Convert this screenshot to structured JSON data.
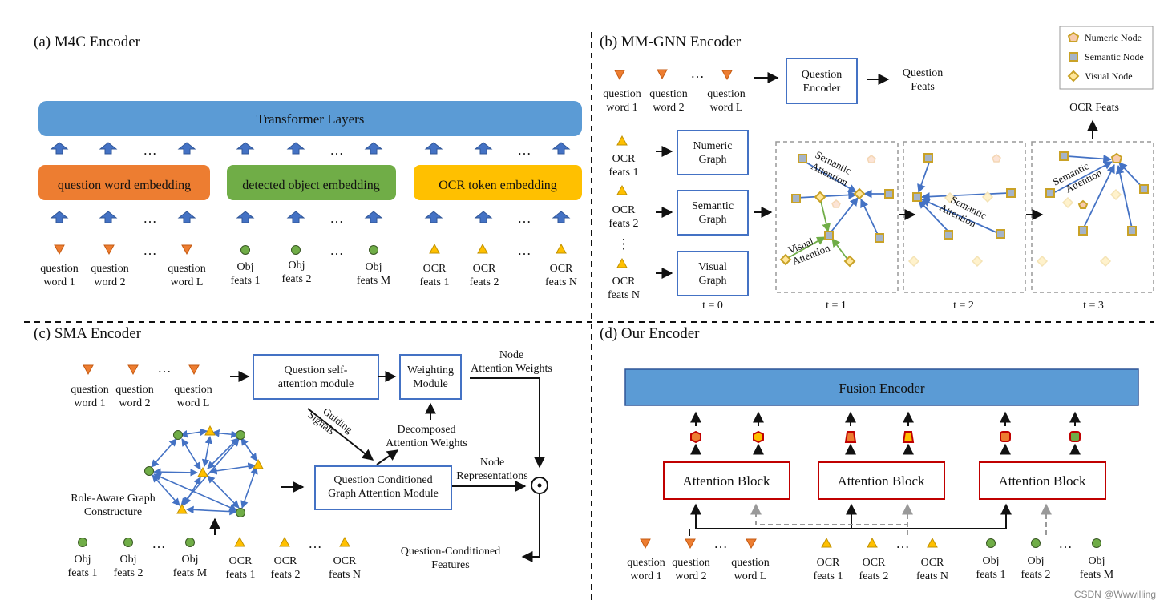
{
  "sections": {
    "a_title": "(a) M4C Encoder",
    "b_title": "(b) MM-GNN Encoder",
    "c_title": "(c) SMA Encoder",
    "d_title": "(d) Our Encoder"
  },
  "m4c": {
    "transformer": "Transformer Layers",
    "embeddings": [
      "question word embedding",
      "detected object embedding",
      "OCR token embedding"
    ],
    "question_labels": [
      [
        "question",
        "word 1"
      ],
      [
        "question",
        "word 2"
      ],
      [
        "question",
        "word L"
      ]
    ],
    "obj_labels": [
      [
        "Obj",
        "feats 1"
      ],
      [
        "Obj",
        "feats 2"
      ],
      [
        "Obj",
        "feats M"
      ]
    ],
    "ocr_labels": [
      [
        "OCR",
        "feats 1"
      ],
      [
        "OCR",
        "feats 2"
      ],
      [
        "OCR",
        "feats N"
      ]
    ],
    "ellipsis": "…"
  },
  "mmgnn": {
    "legend": [
      "Numeric Node",
      "Semantic Node",
      "Visual Node"
    ],
    "question_labels": [
      [
        "question",
        "word 1"
      ],
      [
        "question",
        "word 2"
      ],
      [
        "question",
        "word L"
      ]
    ],
    "question_encoder": [
      "Question",
      "Encoder"
    ],
    "question_feats": [
      "Question",
      "Feats"
    ],
    "ocr_labels": [
      [
        "OCR",
        "feats 1"
      ],
      [
        "OCR",
        "feats 2"
      ],
      [
        "OCR",
        "feats N"
      ]
    ],
    "graphs": [
      [
        "Numeric",
        "Graph"
      ],
      [
        "Semantic",
        "Graph"
      ],
      [
        "Visual",
        "Graph"
      ]
    ],
    "ocr_feats": "OCR Feats",
    "times": [
      "t = 0",
      "t = 1",
      "t = 2",
      "t = 3"
    ],
    "semantic_attention": [
      "Semantic",
      "Attention"
    ],
    "visual_attention": [
      "Visual",
      "Attention"
    ],
    "vdots": "⋮"
  },
  "sma": {
    "question_labels": [
      [
        "question",
        "word 1"
      ],
      [
        "question",
        "word 2"
      ],
      [
        "question",
        "word L"
      ]
    ],
    "qsa_module": [
      "Question self-",
      "attention module"
    ],
    "weighting_module": [
      "Weighting",
      "Module"
    ],
    "node_attention_weights": [
      "Node",
      "Attention Weights"
    ],
    "guiding_signals": [
      "Guiding",
      "Signals"
    ],
    "decomposed_weights": [
      "Decomposed",
      "Attention Weights"
    ],
    "qcga_module": [
      "Question Conditioned",
      "Graph Attention Module"
    ],
    "node_representations": [
      "Node",
      "Representations"
    ],
    "graph_label": [
      "Role-Aware Graph",
      "Constructure"
    ],
    "output": [
      "Question-Conditioned",
      "Features"
    ],
    "obj_labels": [
      [
        "Obj",
        "feats 1"
      ],
      [
        "Obj",
        "feats 2"
      ],
      [
        "Obj",
        "feats M"
      ]
    ],
    "ocr_labels": [
      [
        "OCR",
        "feats 1"
      ],
      [
        "OCR",
        "feats 2"
      ],
      [
        "OCR",
        "feats N"
      ]
    ]
  },
  "ours": {
    "fusion_encoder": "Fusion Encoder",
    "attention_block": "Attention Block",
    "question_labels": [
      [
        "question",
        "word 1"
      ],
      [
        "question",
        "word 2"
      ],
      [
        "question",
        "word L"
      ]
    ],
    "ocr_labels": [
      [
        "OCR",
        "feats 1"
      ],
      [
        "OCR",
        "feats 2"
      ],
      [
        "OCR",
        "feats N"
      ]
    ],
    "obj_labels": [
      [
        "Obj",
        "feats 1"
      ],
      [
        "Obj",
        "feats 2"
      ],
      [
        "Obj",
        "feats M"
      ]
    ]
  },
  "watermark": "CSDN @Wwwilling",
  "colors": {
    "blue_band": "#5B9BD5",
    "blue_line": "#2F5597",
    "box_border": "#4472C4",
    "orange": "#ED7D31",
    "green": "#70AD47",
    "yellow": "#FFC000",
    "red": "#C00000",
    "node_gold": "#C9A227",
    "node_gray": "#A5B4C8"
  }
}
